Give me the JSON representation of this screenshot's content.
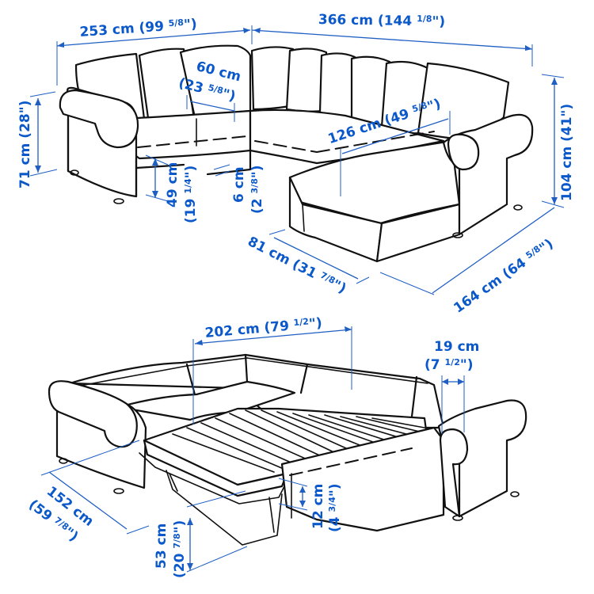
{
  "diagram": {
    "type": "product-dimension-drawing",
    "subject": "corner sofa-bed with chaise",
    "accent_color": "#0a58ca",
    "line_color": "#111111",
    "views": [
      {
        "name": "sofa-view",
        "dimensions": {
          "width_left": {
            "metric": "253 cm",
            "imperial_whole": "(99 ",
            "imperial_frac": "5/8",
            "imperial_close": "\")"
          },
          "width_right": {
            "metric": "366 cm",
            "imperial_whole": "(144 ",
            "imperial_frac": "1/8",
            "imperial_close": "\")"
          },
          "seat_width": {
            "metric": "60 cm",
            "imperial_whole": "(23 ",
            "imperial_frac": "5/8",
            "imperial_close": "\")"
          },
          "chaise_seat_depth": {
            "metric": "126 cm",
            "imperial_whole": "(49 ",
            "imperial_frac": "5/8",
            "imperial_close": "\")"
          },
          "height": {
            "metric": "71 cm",
            "imperial": "(28\")"
          },
          "seat_height": {
            "metric": "49 cm",
            "imperial_whole": "(19 ",
            "imperial_frac": "1/4",
            "imperial_close": "\")"
          },
          "leg_height": {
            "metric": "6 cm",
            "imperial_whole": "(2 ",
            "imperial_frac": "3/8",
            "imperial_close": "\")"
          },
          "chaise_height": {
            "metric": "104 cm",
            "imperial": "(41\")"
          },
          "chaise_width": {
            "metric": "81 cm",
            "imperial_whole": "(31 ",
            "imperial_frac": "7/8",
            "imperial_close": "\")"
          },
          "chaise_depth": {
            "metric": "164 cm",
            "imperial_whole": "(64 ",
            "imperial_frac": "5/8",
            "imperial_close": "\")"
          }
        }
      },
      {
        "name": "bed-view",
        "dimensions": {
          "bed_length": {
            "metric": "202 cm",
            "imperial_whole": "(79 ",
            "imperial_frac": "1/2",
            "imperial_close": "\")"
          },
          "armrest_width": {
            "metric": "19 cm",
            "imperial_whole": "(7 ",
            "imperial_frac": "1/2",
            "imperial_close": "\")"
          },
          "bed_width": {
            "metric": "152 cm",
            "imperial_whole": "(59 ",
            "imperial_frac": "7/8",
            "imperial_close": "\")"
          },
          "bed_height": {
            "metric": "53 cm",
            "imperial_whole": "(20 ",
            "imperial_frac": "7/8",
            "imperial_close": "\")"
          },
          "mattress_thickness": {
            "metric": "12 cm",
            "imperial_whole": "(4 ",
            "imperial_frac": "3/4",
            "imperial_close": "\")"
          }
        }
      }
    ]
  }
}
